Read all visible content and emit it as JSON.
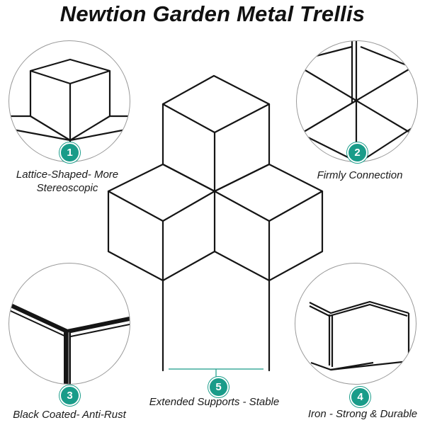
{
  "title": "Newtion Garden Metal Trellis",
  "features": [
    {
      "number": "1",
      "caption": "Lattice-Shaped- More Stereoscopic"
    },
    {
      "number": "2",
      "caption": "Firmly Connection"
    },
    {
      "number": "3",
      "caption": "Black Coated- Anti-Rust"
    },
    {
      "number": "4",
      "caption": "Iron - Strong & Durable"
    },
    {
      "number": "5",
      "caption": "Extended Supports - Stable"
    }
  ],
  "colors": {
    "badge": "#199c89",
    "wire": "#151515",
    "circle_border": "#9a9a9a",
    "caption_text": "#1a1a1a"
  }
}
